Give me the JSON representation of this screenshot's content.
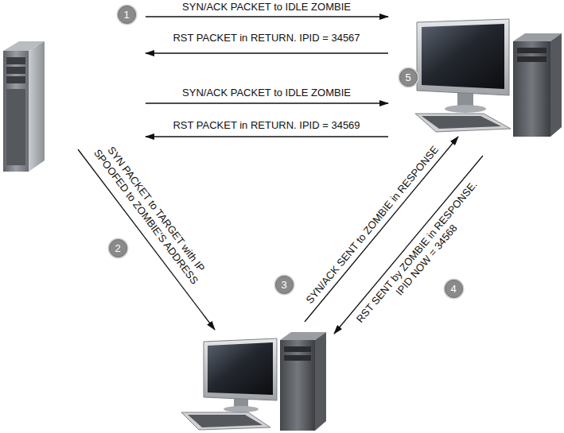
{
  "diagram": {
    "nodes": [
      {
        "text": [
          "1"
        ]
      },
      {
        "text": [
          "5"
        ]
      },
      {
        "text": [
          "2"
        ]
      },
      {
        "text": [
          "3"
        ]
      },
      {
        "text": [
          "4"
        ]
      }
    ],
    "labels": [
      "SYN/ACK PACKET to IDLE ZOMBIE",
      "RST PACKET in RETURN. IPID = 34567",
      "SYN/ACK PACKET to IDLE ZOMBIE",
      "RST PACKET in RETURN. IPID = 34569",
      "SYN PACKET to TARGET with IP SPOOFED to ZOMBIE'S ADDRESS",
      "SYN/ACK SENT to ZOMBIE in RESPONSE",
      "RST SENT by ZOMBIE in RESPONSE. IPID NOW = 34568"
    ]
  }
}
